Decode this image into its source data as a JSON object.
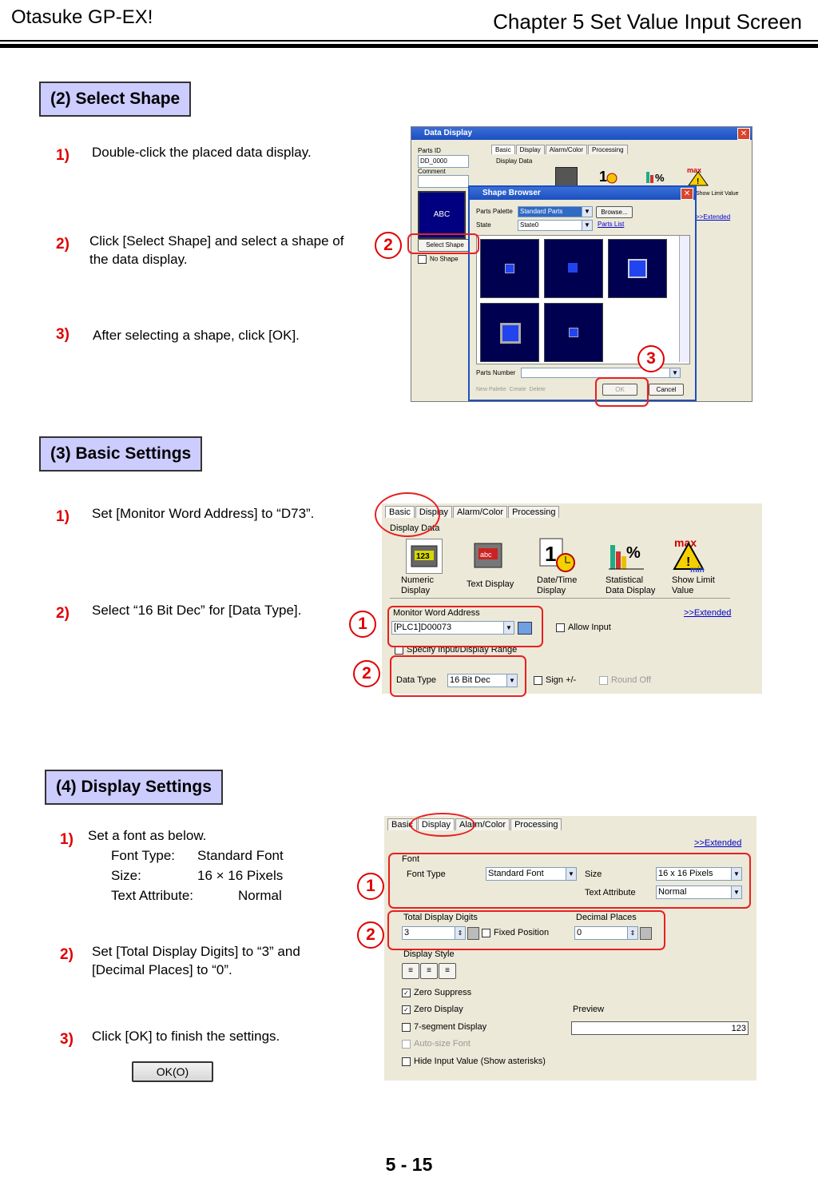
{
  "header": {
    "left": "Otasuke GP-EX!",
    "right": "Chapter 5  Set Value Input Screen"
  },
  "section2": {
    "title": "(2) Select Shape",
    "steps": [
      {
        "num": "1)",
        "text": "Double-click the placed data display."
      },
      {
        "num": "2)",
        "text": "Click [Select Shape] and select a shape of the data display."
      },
      {
        "num": "3)",
        "text": "After selecting a shape, click [OK]."
      }
    ],
    "markers": [
      "2",
      "3"
    ],
    "data_display_window": {
      "title": "Data Display",
      "parts_id_label": "Parts ID",
      "parts_id_value": "DD_0000",
      "comment_label": "Comment",
      "preview_text": "ABC",
      "select_shape": "Select Shape",
      "no_shape": "No Shape",
      "tabs": [
        "Basic",
        "Display",
        "Alarm/Color",
        "Processing"
      ],
      "display_data": "Display Data",
      "show_limit": "Show Limit Value",
      "extended": ">>Extended"
    },
    "shape_browser": {
      "title": "Shape Browser",
      "parts_palette_label": "Parts Palette",
      "parts_palette_value": "Standard Parts",
      "browse": "Browse...",
      "state_label": "State",
      "state_value": "State0",
      "parts_list": "Parts List",
      "parts_number_label": "Parts Number",
      "new_palette": "New Palette",
      "create": "Create",
      "delete": "Delete",
      "ok": "OK",
      "cancel": "Cancel"
    }
  },
  "section3": {
    "title": "(3) Basic Settings",
    "steps": [
      {
        "num": "1)",
        "text": "Set [Monitor Word Address] to “D73”."
      },
      {
        "num": "2)",
        "text": "Select “16 Bit Dec” for [Data Type]."
      }
    ],
    "markers": [
      "1",
      "2"
    ],
    "panel": {
      "tabs": [
        "Basic",
        "Display",
        "Alarm/Color",
        "Processing"
      ],
      "display_data": "Display Data",
      "icons": [
        "Numeric Display",
        "Text Display",
        "Date/Time Display",
        "Statistical Data Display",
        "Show Limit Value"
      ],
      "monitor_label": "Monitor Word Address",
      "monitor_value": "[PLC1]D00073",
      "extended": ">>Extended",
      "allow_input": "Allow Input",
      "specify_range": "Specify Input/Display Range",
      "data_type_label": "Data Type",
      "data_type_value": "16 Bit Dec",
      "sign": "Sign +/-",
      "round_off": "Round Off"
    }
  },
  "section4": {
    "title": "(4) Display Settings",
    "step1": {
      "num": "1)",
      "text": "Set a font as below.",
      "rows": [
        {
          "label": "Font Type:",
          "value": "Standard Font"
        },
        {
          "label": "Size:",
          "value": "16 × 16 Pixels"
        },
        {
          "label": "Text Attribute:",
          "value": "Normal"
        }
      ]
    },
    "step2": {
      "num": "2)",
      "text": "Set [Total Display Digits] to “3” and [Decimal Places] to “0”."
    },
    "step3": {
      "num": "3)",
      "text": "Click [OK] to finish the settings."
    },
    "ok_button": "OK(O)",
    "markers": [
      "1",
      "2"
    ],
    "panel": {
      "tabs": [
        "Basic",
        "Display",
        "Alarm/Color",
        "Processing"
      ],
      "extended": ">>Extended",
      "font_group": "Font",
      "font_type_label": "Font Type",
      "font_type_value": "Standard Font",
      "size_label": "Size",
      "size_value": "16 x 16 Pixels",
      "text_attr_label": "Text Attribute",
      "text_attr_value": "Normal",
      "total_digits_label": "Total Display Digits",
      "total_digits_value": "3",
      "fixed_position": "Fixed Position",
      "decimal_label": "Decimal Places",
      "decimal_value": "0",
      "display_style": "Display Style",
      "zero_suppress": "Zero Suppress",
      "zero_display": "Zero Display",
      "seven_segment": "7-segment Display",
      "auto_size": "Auto-size Font",
      "hide_input": "Hide Input Value (Show asterisks)",
      "preview_label": "Preview",
      "preview_value": "123"
    }
  },
  "footer": {
    "page": "5 - 15"
  }
}
